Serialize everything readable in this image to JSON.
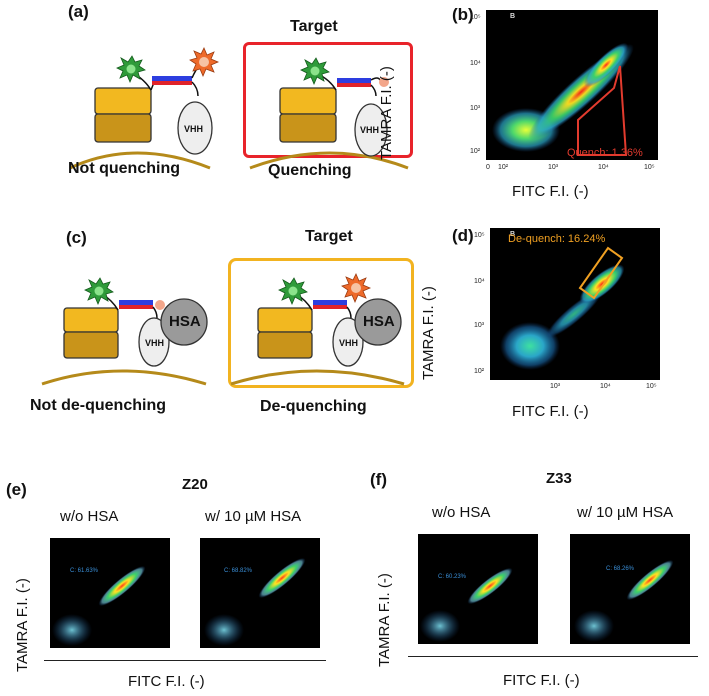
{
  "panels": {
    "a": {
      "label": "(a)",
      "target_title": "Target",
      "left_caption": "Not quenching",
      "right_caption": "Quenching",
      "vhh": "VHH"
    },
    "b": {
      "label": "(b)",
      "corner": "B",
      "ylabel": "TAMRA F.I. (-)",
      "xlabel": "FITC  F.I. (-)",
      "gate_label": "Quench: 1.36%"
    },
    "c": {
      "label": "(c)",
      "target_title": "Target",
      "left_caption": "Not de-quenching",
      "right_caption": "De-quenching",
      "vhh": "VHH",
      "hsa": "HSA"
    },
    "d": {
      "label": "(d)",
      "corner": "B",
      "ylabel": "TAMRA F.I. (-)",
      "xlabel": "FITC  F.I. (-)",
      "gate_label": "De-quench: 16.24%"
    },
    "e": {
      "label": "(e)",
      "title": "Z20",
      "cond1": "w/o HSA",
      "cond2": "w/ 10 µM HSA",
      "ylabel": "TAMRA F.I. (-)",
      "xlabel": "FITC  F.I. (-)",
      "gate1": "C: 61.63%",
      "gate2": "C: 68.82%"
    },
    "f": {
      "label": "(f)",
      "title": "Z33",
      "cond1": "w/o HSA",
      "cond2": "w/ 10 µM HSA",
      "ylabel": "TAMRA F.I. (-)",
      "xlabel": "FITC  F.I. (-)",
      "gate1": "C: 60.23%",
      "gate2": "C: 68.26%"
    }
  },
  "ticks": {
    "x": [
      "0",
      "10²",
      "10³",
      "10⁴",
      "10⁵"
    ],
    "y": [
      "10²",
      "10³",
      "10⁴",
      "10⁵"
    ]
  },
  "colors": {
    "target_box_a": "#e8232a",
    "target_box_c": "#f2b320",
    "gate_quench": "#e23b2e",
    "gate_dequench": "#f0a022",
    "gate_small": "#3a8fd8"
  }
}
